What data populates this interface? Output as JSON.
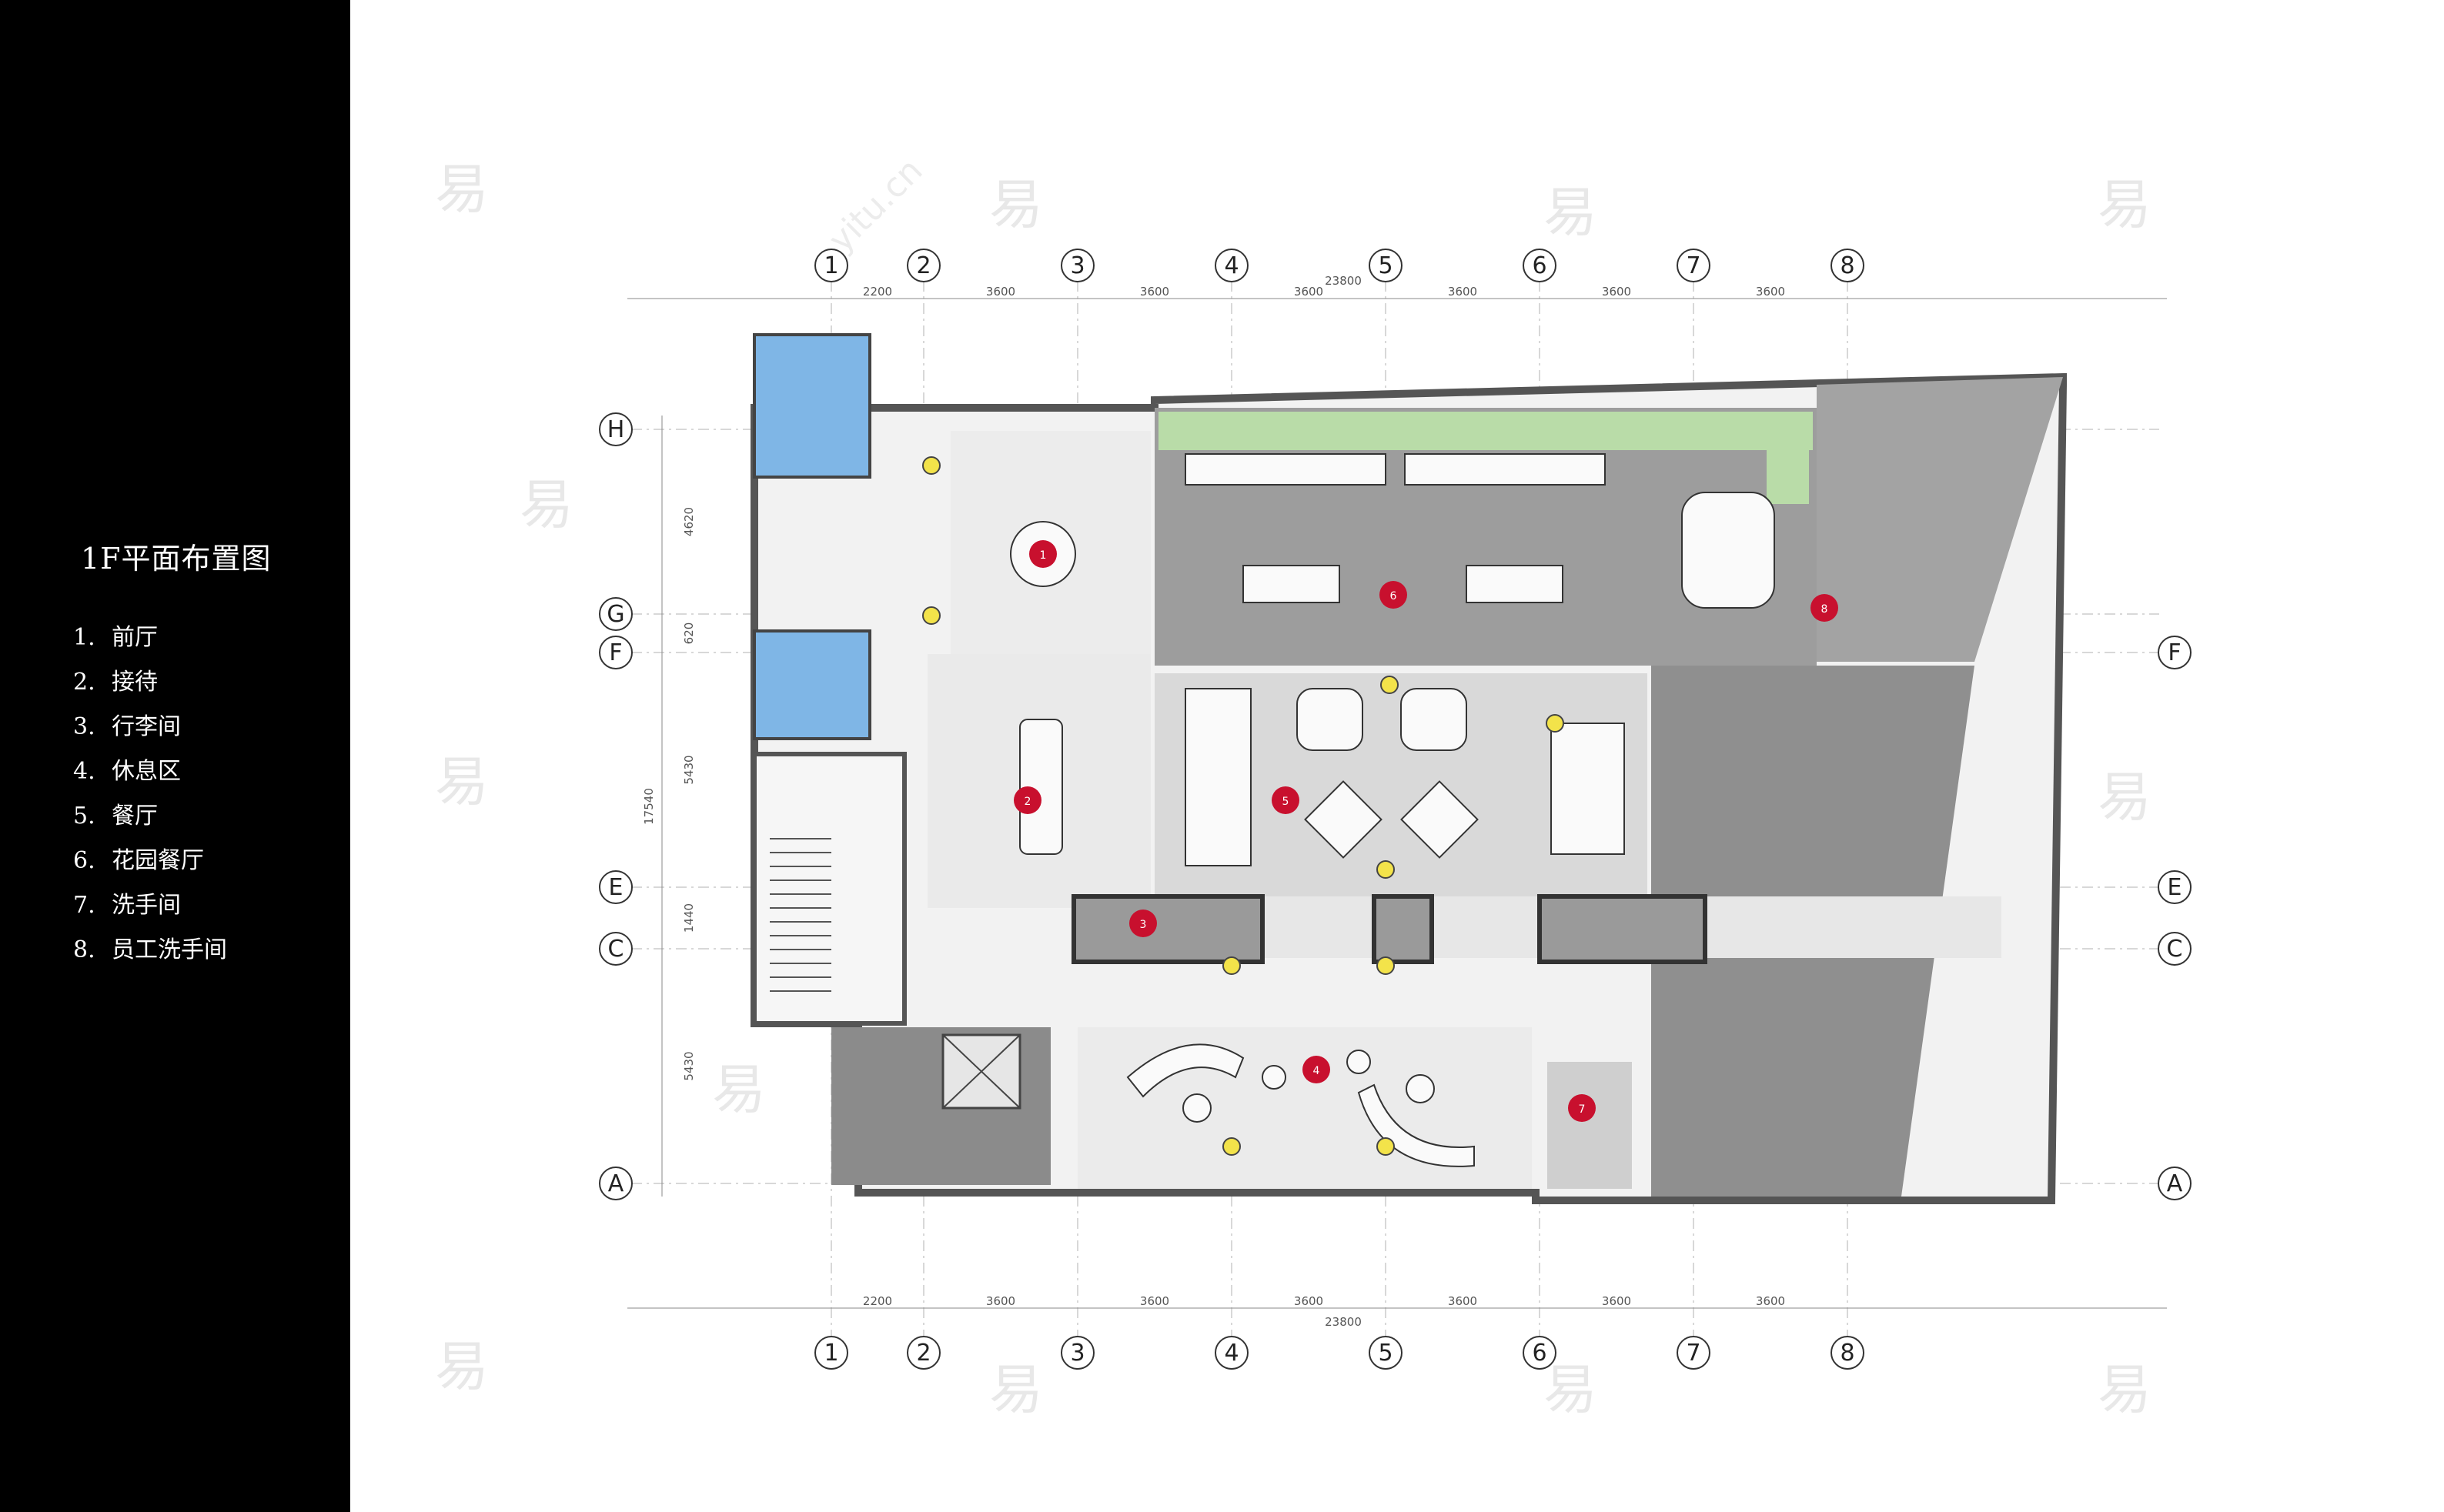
{
  "title": "1F平面布置图",
  "legend": [
    {
      "num": "1.",
      "label": "前厅"
    },
    {
      "num": "2.",
      "label": "接待"
    },
    {
      "num": "3.",
      "label": "行李间"
    },
    {
      "num": "4.",
      "label": "休息区"
    },
    {
      "num": "5.",
      "label": "餐厅"
    },
    {
      "num": "6.",
      "label": "花园餐厅"
    },
    {
      "num": "7.",
      "label": "洗手间"
    },
    {
      "num": "8.",
      "label": "员工洗手间"
    }
  ],
  "grid_columns": [
    "1",
    "2",
    "3",
    "4",
    "5",
    "6",
    "7",
    "8"
  ],
  "grid_rows_left": [
    "H",
    "G",
    "F",
    "E",
    "C",
    "A"
  ],
  "grid_rows_right": [
    "F",
    "E",
    "C",
    "A"
  ],
  "dimensions_top": [
    "2200",
    "3600",
    "3600",
    "3600",
    "3600",
    "3600",
    "3600"
  ],
  "dimensions_bottom": [
    "2200",
    "3600",
    "3600",
    "3600",
    "3600",
    "3600",
    "3600"
  ],
  "total_width": "23800",
  "dimensions_left": [
    "4620",
    "620",
    "5430",
    "1440",
    "5430"
  ],
  "total_height_left": "17540",
  "room_markers": [
    "1",
    "2",
    "3",
    "4",
    "5",
    "6",
    "7",
    "8"
  ],
  "watermark": {
    "char": "易",
    "site": "yitu.cn"
  },
  "colors": {
    "sidebar": "#000000",
    "marker": "#c8102e",
    "wall": "#555555",
    "floor_dark": "#9a9a9a",
    "floor_light": "#eeeeee",
    "water": "#7fb6e6",
    "plants": "#9fcf8a",
    "light_fixture": "#f3e34a"
  }
}
